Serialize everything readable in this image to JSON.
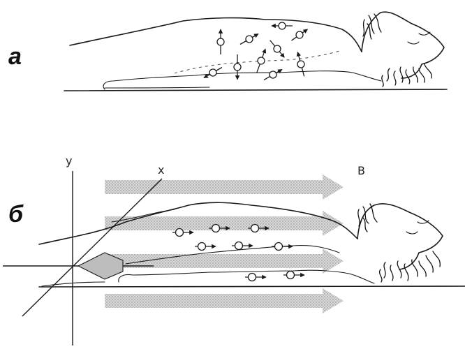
{
  "figure": {
    "panel_a": {
      "label": "а",
      "spins": [
        {
          "angle": -90
        },
        {
          "angle": -30
        },
        {
          "angle": 180
        },
        {
          "angle": -35
        },
        {
          "angle": 50
        },
        {
          "angle": -70
        },
        {
          "angle": 90
        },
        {
          "angle": -105
        },
        {
          "angle": 150
        },
        {
          "angle": -30
        },
        {
          "angle": -90
        }
      ]
    },
    "panel_b": {
      "label": "б",
      "axis_x_label": "x",
      "axis_y_label": "y",
      "field_label": "B",
      "spins_aligned_with_field": 8
    }
  }
}
